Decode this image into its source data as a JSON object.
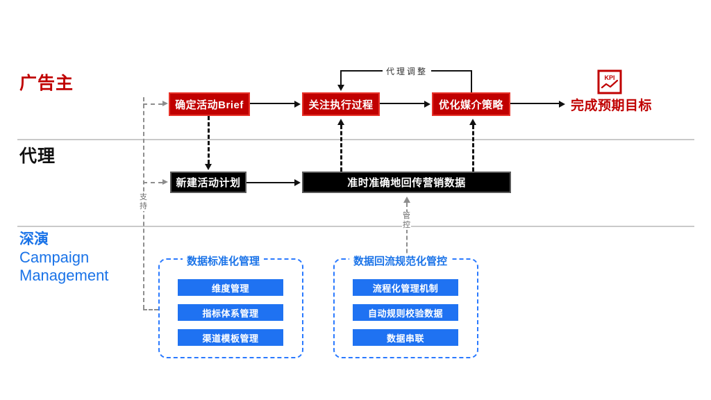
{
  "diagram": {
    "lanes": [
      {
        "id": "advertiser",
        "label": "广告主",
        "color": "#c00000"
      },
      {
        "id": "agency",
        "label": "代理",
        "color": "#111111"
      },
      {
        "id": "platform",
        "label_cn": "深演",
        "label_en_line1": "Campaign",
        "label_en_line2": "Management",
        "color": "#1a73e8"
      }
    ],
    "advertiser_steps": [
      {
        "id": "brief",
        "label": "确定活动Brief"
      },
      {
        "id": "execution",
        "label": "关注执行过程"
      },
      {
        "id": "optimize",
        "label": "优化媒介策略"
      }
    ],
    "goal": {
      "label": "完成预期目标",
      "icon_text": "KPI",
      "icon_name": "kpi-icon"
    },
    "agency_steps": [
      {
        "id": "new-plan",
        "label": "新建活动计划"
      },
      {
        "id": "return-data",
        "label": "准时准确地回传营销数据"
      }
    ],
    "edge_labels": {
      "agency_adjust": "代理调整",
      "support": "支持",
      "control": "管控"
    },
    "groups": [
      {
        "id": "standardization",
        "title": "数据标准化管理",
        "items": [
          "维度管理",
          "指标体系管理",
          "渠道模板管理"
        ]
      },
      {
        "id": "backflow",
        "title": "数据回流规范化管控",
        "items": [
          "流程化管理机制",
          "自动规则校验数据",
          "数据串联"
        ]
      }
    ],
    "colors": {
      "red": "#c00000",
      "red_border": "#e8332a",
      "black": "#000000",
      "blue": "#1f72f2",
      "blue_text": "#1a73e8",
      "divider": "#c9c9c9",
      "gray_dash": "#8d8d8d"
    }
  }
}
